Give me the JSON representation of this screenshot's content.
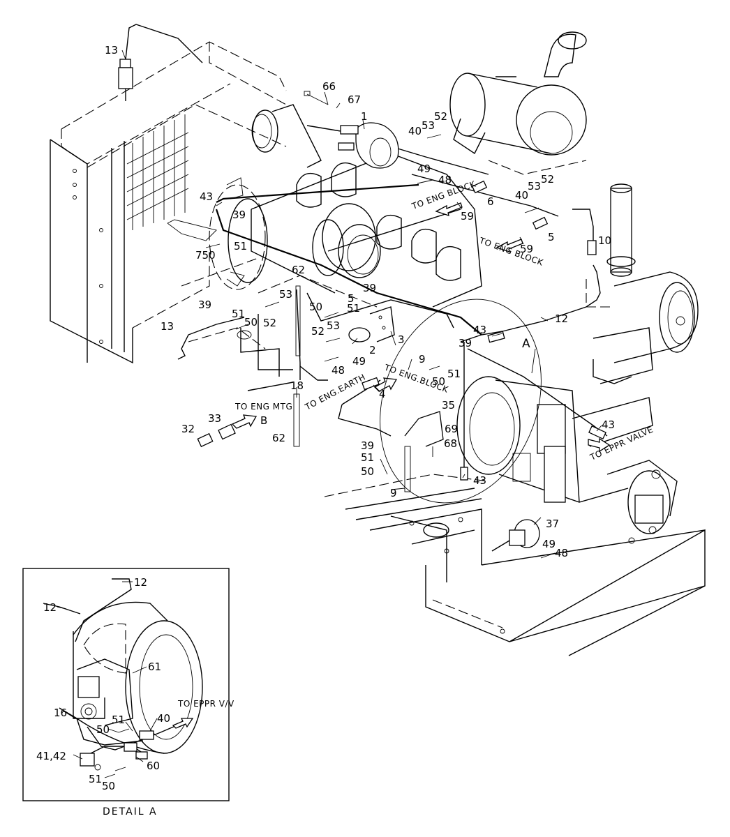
{
  "part_labels": [
    {
      "text": "13"
    },
    {
      "text": "66"
    },
    {
      "text": "67"
    },
    {
      "text": "1"
    },
    {
      "text": "40"
    },
    {
      "text": "53"
    },
    {
      "text": "52"
    },
    {
      "text": "49"
    },
    {
      "text": "48"
    },
    {
      "text": "43"
    },
    {
      "text": "39"
    },
    {
      "text": "51"
    },
    {
      "text": "750"
    },
    {
      "text": "6"
    },
    {
      "text": "59"
    },
    {
      "text": "40"
    },
    {
      "text": "53"
    },
    {
      "text": "52"
    },
    {
      "text": "5"
    },
    {
      "text": "59"
    },
    {
      "text": "10"
    },
    {
      "text": "62"
    },
    {
      "text": "53"
    },
    {
      "text": "5"
    },
    {
      "text": "39"
    },
    {
      "text": "50"
    },
    {
      "text": "51"
    },
    {
      "text": "39"
    },
    {
      "text": "51"
    },
    {
      "text": "50"
    },
    {
      "text": "13"
    },
    {
      "text": "52"
    },
    {
      "text": "52"
    },
    {
      "text": "53"
    },
    {
      "text": "12"
    },
    {
      "text": "3"
    },
    {
      "text": "2"
    },
    {
      "text": "49"
    },
    {
      "text": "48"
    },
    {
      "text": "43"
    },
    {
      "text": "39"
    },
    {
      "text": "9"
    },
    {
      "text": "51"
    },
    {
      "text": "50"
    },
    {
      "text": "18"
    },
    {
      "text": "4"
    },
    {
      "text": "33"
    },
    {
      "text": "32"
    },
    {
      "text": "62"
    },
    {
      "text": "35"
    },
    {
      "text": "69"
    },
    {
      "text": "68"
    },
    {
      "text": "39"
    },
    {
      "text": "51"
    },
    {
      "text": "50"
    },
    {
      "text": "9"
    },
    {
      "text": "43"
    },
    {
      "text": "43"
    },
    {
      "text": "37"
    },
    {
      "text": "49"
    },
    {
      "text": "48"
    },
    {
      "text": "A"
    },
    {
      "text": "B"
    }
  ],
  "annotations": {
    "to_eng_block_1": "TO ENG BLOCK",
    "to_eng_block_2": "TO ENG BLOCK",
    "to_eng_block_3": "TO ENG.BLOCK",
    "to_eng_earth": "TO ENG.EARTH",
    "to_eng_mtg": "TO ENG MTG",
    "to_eppr_valve": "TO EPPR VALVE"
  },
  "detail": {
    "caption": "DETAIL A",
    "to_eppr": "TO EPPR V/V",
    "labels": [
      {
        "text": "12"
      },
      {
        "text": "12"
      },
      {
        "text": "61"
      },
      {
        "text": "16"
      },
      {
        "text": "51"
      },
      {
        "text": "40"
      },
      {
        "text": "50"
      },
      {
        "text": "41,42"
      },
      {
        "text": "60"
      },
      {
        "text": "51"
      },
      {
        "text": "50"
      }
    ]
  }
}
